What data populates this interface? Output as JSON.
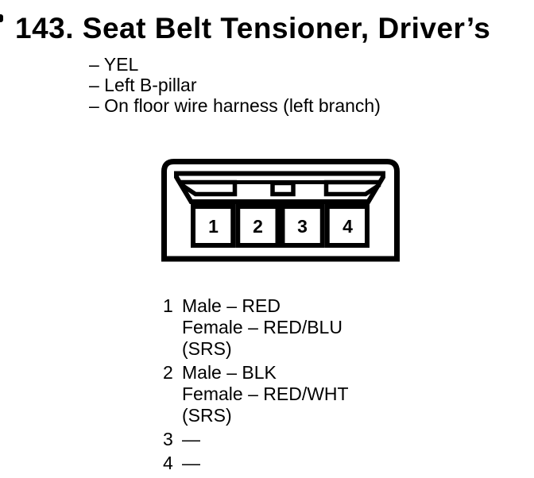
{
  "page": {
    "title": "143. Seat Belt Tensioner, Driver’s"
  },
  "details": [
    "– YEL",
    "– Left B-pillar",
    "– On floor wire harness (left branch)"
  ],
  "connector": {
    "pins": [
      {
        "number": "1",
        "lines": [
          "Male – RED",
          "Female – RED/BLU",
          "(SRS)"
        ]
      },
      {
        "number": "2",
        "lines": [
          "Male – BLK",
          "Female – RED/WHT",
          "(SRS)"
        ]
      },
      {
        "number": "3",
        "lines": [
          "—"
        ]
      },
      {
        "number": "4",
        "lines": [
          "—"
        ]
      }
    ]
  },
  "colors": {
    "ink": "#000000",
    "paper": "#ffffff"
  }
}
